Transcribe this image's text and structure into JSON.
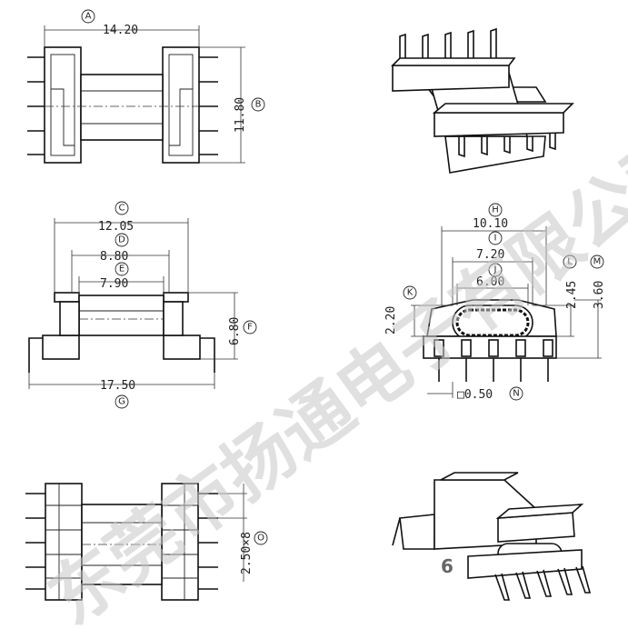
{
  "watermark": "东莞市扬通电子有限公司",
  "page_number": "6",
  "dimensions": [
    {
      "letter": "A",
      "value": "14.20"
    },
    {
      "letter": "B",
      "value": "11.80"
    },
    {
      "letter": "C",
      "value": "12.05"
    },
    {
      "letter": "D",
      "value": "8.80"
    },
    {
      "letter": "E",
      "value": "7.90"
    },
    {
      "letter": "F",
      "value": "6.80"
    },
    {
      "letter": "G",
      "value": "17.50"
    },
    {
      "letter": "H",
      "value": "10.10"
    },
    {
      "letter": "I",
      "value": "7.20"
    },
    {
      "letter": "J",
      "value": "6.00"
    },
    {
      "letter": "K",
      "value": "2.20"
    },
    {
      "letter": "L",
      "value": "2.45"
    },
    {
      "letter": "M",
      "value": "3.60"
    },
    {
      "letter": "N",
      "value": "□0.50"
    },
    {
      "letter": "O",
      "value": "2.50×8"
    }
  ]
}
